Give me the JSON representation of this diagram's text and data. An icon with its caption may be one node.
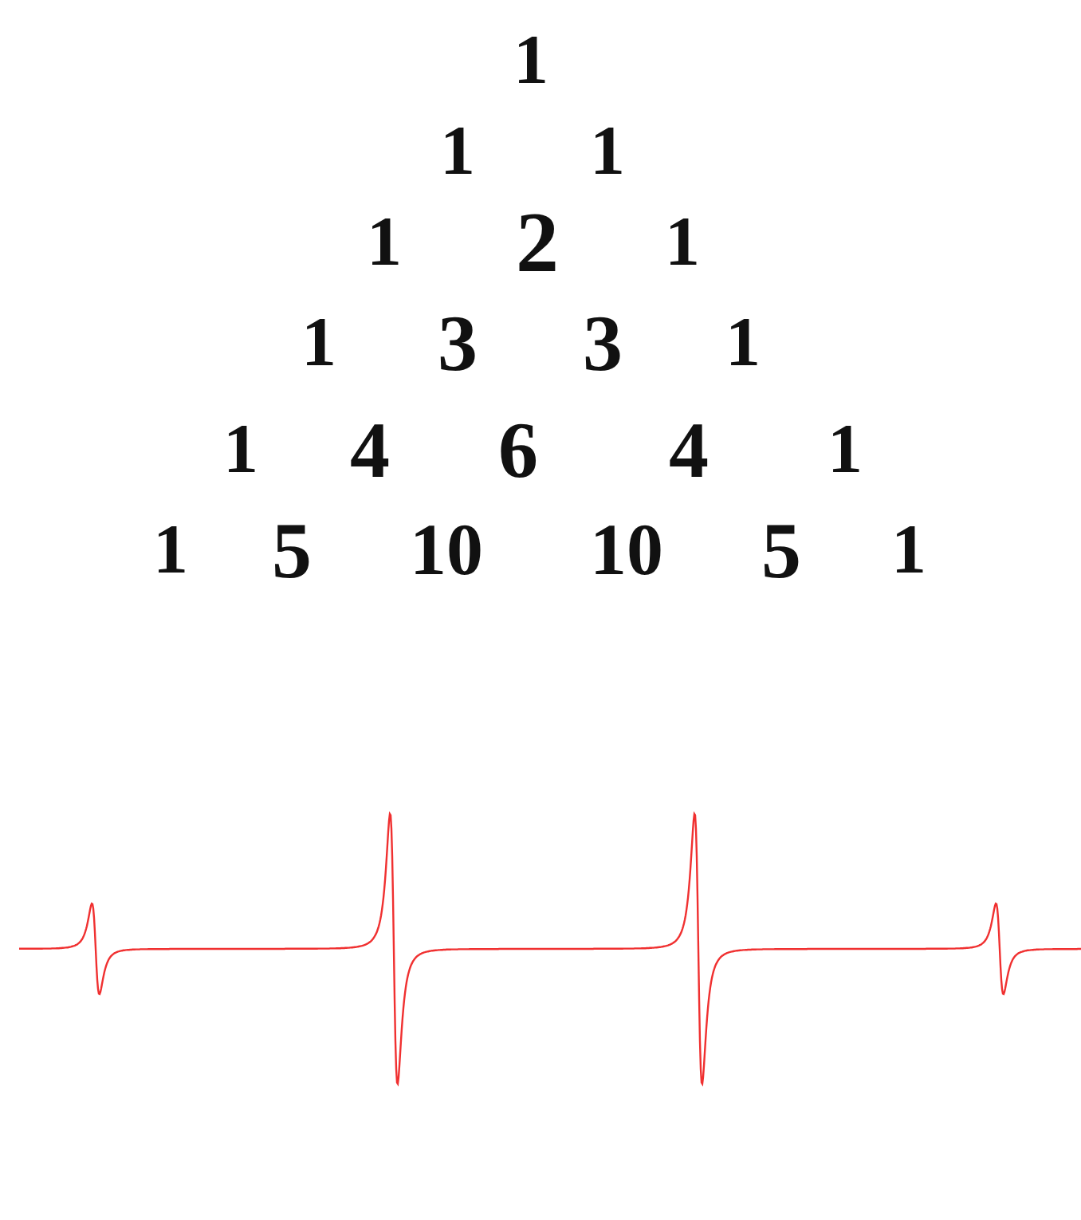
{
  "diagram": {
    "labels": [
      "1",
      "1",
      "1",
      "1",
      "2",
      "1",
      "1",
      "3",
      "3",
      "1",
      "1",
      "4",
      "6",
      "4",
      "1",
      "1",
      "5",
      "10",
      "10",
      "5",
      "1"
    ]
  }
}
